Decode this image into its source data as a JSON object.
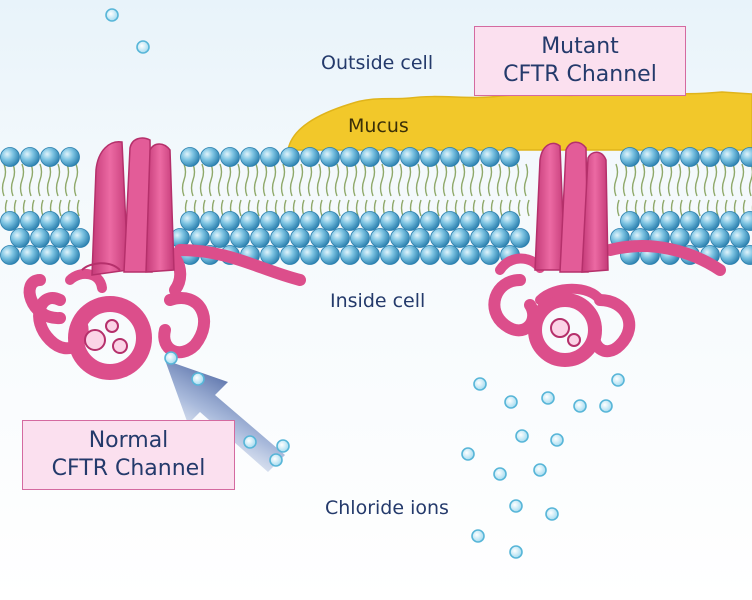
{
  "labels": {
    "outside_cell": "Outside cell",
    "inside_cell": "Inside cell",
    "mucus": "Mucus",
    "chloride_ions": "Chloride ions"
  },
  "boxes": {
    "normal": {
      "line1": "Normal",
      "line2": "CFTR Channel"
    },
    "mutant": {
      "line1": "Mutant",
      "line2": "CFTR Channel"
    }
  },
  "colors": {
    "background_top": "#eef6fb",
    "membrane_head": "#5fb3d9",
    "membrane_tail": "#8fa96a",
    "mucus": "#f2c82a",
    "protein": "#dc4e8b",
    "protein_dark": "#b5306b",
    "chloride_ion": "#bfe6f5",
    "label_box_fill": "#fbe0ef",
    "label_box_border": "#d46aa0",
    "arrow": "#2f4a8e"
  }
}
